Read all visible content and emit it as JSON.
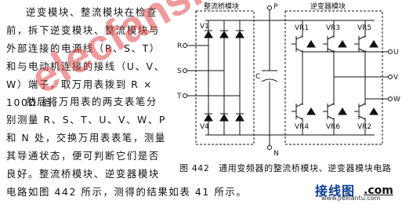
{
  "paragraph1": [
    "逆变模块、整流模块在检查",
    "前，拆下逆变模块、整流模块与",
    "外部连接的电源线（R、S、T）",
    "和与电动机连接的接线（U、V、",
    "W）端子，取万用表拨到 R ×",
    "100Ω 档。"
  ],
  "paragraph2": [
    "然后将万用表的两支表笔分",
    "别测量 R、S、T、U、V、W、P",
    "和 N 处，交换万用表表笔，测量",
    "其导通状态，便可判断它们是否",
    "良好。整流桥模块、逆变器模块",
    "电路如图 442 所示，测得的结果如表 41 所示。"
  ],
  "figure": {
    "caption": "图 442　通用变频器的整流桥模块、逆变器模块电路",
    "rectifier_title": "整流桥模块",
    "inverter_title": "逆变器模块",
    "left_terminals": [
      "R",
      "S",
      "T"
    ],
    "right_terminals": [
      "U",
      "V",
      "W"
    ],
    "bus_top": "P",
    "bus_bottom": "N",
    "capacitor": "C",
    "rectifier_diodes": [
      "V1",
      "V4"
    ],
    "inverter_top": [
      "VR1",
      "VR3",
      "VR5"
    ],
    "inverter_bottom": [
      "VR4",
      "VR6",
      "VR2"
    ]
  },
  "watermark": "elecfans.com",
  "logo": {
    "name": "接线图",
    "suffix": ".com",
    "url": "www.jiexiantu.com"
  }
}
